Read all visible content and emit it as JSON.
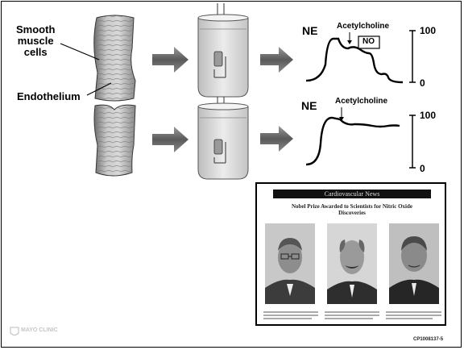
{
  "labels": {
    "smooth": "Smooth",
    "muscle": "muscle",
    "cells": "cells",
    "endothelium": "Endothelium",
    "ne_top": "NE",
    "ne_bottom": "NE",
    "ach_top": "Acetylcholine",
    "ach_bottom": "Acetylcholine",
    "no_box": "NO",
    "scale_top_max": "100",
    "scale_top_min": "0",
    "scale_bottom_max": "100",
    "scale_bottom_min": "0"
  },
  "news": {
    "banner": "Cardiovascular News",
    "headline": "Nobel Prize Awarded to Scientists for Nitric Oxide Discoveries"
  },
  "footer": {
    "logo": "MAYO CLINIC",
    "code": "CP1008137-5"
  }
}
